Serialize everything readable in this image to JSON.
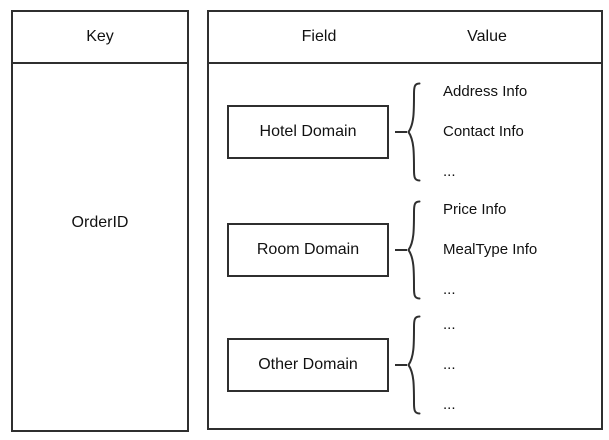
{
  "key_panel": {
    "header": "Key",
    "key": "OrderID"
  },
  "field_value_panel": {
    "field_header": "Field",
    "value_header": "Value",
    "rows": [
      {
        "field": "Hotel Domain",
        "values": [
          "Address Info",
          "Contact Info",
          "..."
        ]
      },
      {
        "field": "Room Domain",
        "values": [
          "Price Info",
          "MealType Info",
          "..."
        ]
      },
      {
        "field": "Other Domain",
        "values": [
          "...",
          "...",
          "..."
        ]
      }
    ]
  },
  "colors": {
    "line": "#2f2f2f",
    "background": "#ffffff",
    "text": "#111111"
  }
}
